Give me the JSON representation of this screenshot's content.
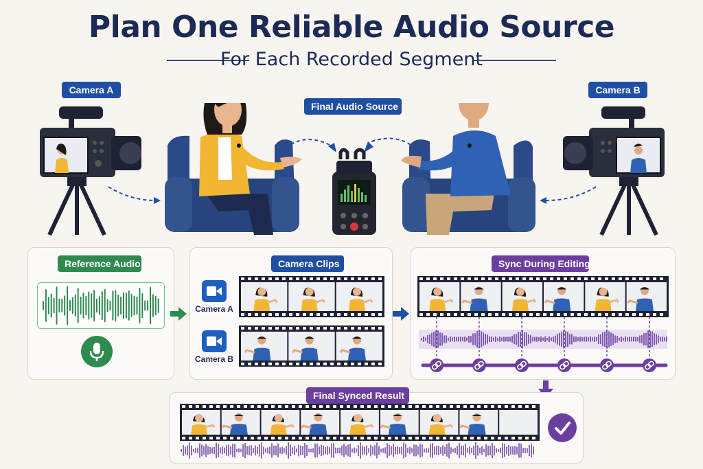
{
  "title": "Plan One Reliable Audio Source",
  "subtitle": "For Each Recorded Segment",
  "labels": {
    "camera_a": "Camera A",
    "camera_b": "Camera B",
    "final_audio_source": "Final Audio Source",
    "reference_audio": "Reference Audio",
    "camera_clips": "Camera Clips",
    "sync_during_editing": "Sync During Editing",
    "final_synced_result": "Final Synced Result",
    "clip_camera_a": "Camera A",
    "clip_camera_b": "Camera B"
  },
  "colors": {
    "title": "#1c2a56",
    "blue": "#1f4fa3",
    "green": "#2e8a4f",
    "purple": "#6b3fa0",
    "shirt_woman": "#f2b632",
    "shirt_man": "#2f62b4",
    "chair": "#2c4a8a",
    "filmstrip": "#1e2233"
  },
  "icons": [
    "video-camera-icon",
    "audio-recorder-icon",
    "microphone-icon",
    "link-icon",
    "checkmark-icon",
    "camera-app-icon",
    "arrow-icon"
  ]
}
